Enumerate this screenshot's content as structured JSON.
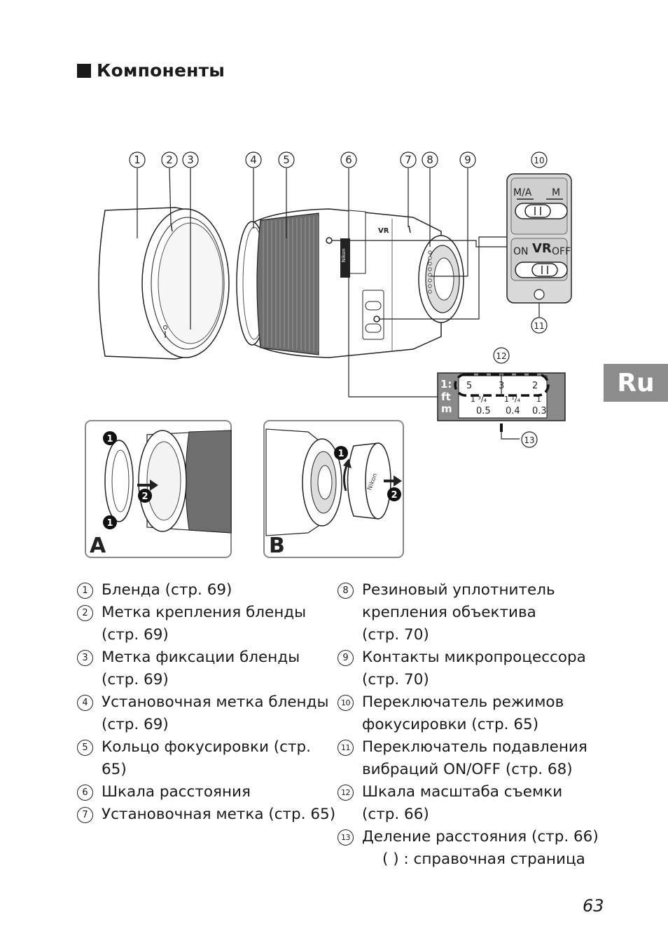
{
  "heading": "Компоненты",
  "lang_tab": "Ru",
  "page_number": "63",
  "callouts": [
    "1",
    "2",
    "3",
    "4",
    "5",
    "6",
    "7",
    "8",
    "9",
    "10",
    "11",
    "12",
    "13"
  ],
  "switch_focus": {
    "left": "M/A",
    "right": "M"
  },
  "switch_vr": {
    "left": "ON",
    "center": "VR",
    "right": "OFF"
  },
  "scale": {
    "ratio_label": "1:",
    "ratio_values": [
      "5",
      "3",
      "2"
    ],
    "ft_label": "ft",
    "ft_values": [
      "1 ³/₄",
      "1 ¹/₄",
      "1"
    ],
    "m_label": "m",
    "m_values": [
      "0.5",
      "0.4",
      "0.3"
    ]
  },
  "inset_a": {
    "label": "A",
    "steps": [
      "1",
      "2",
      "1"
    ]
  },
  "inset_b": {
    "label": "B",
    "steps": [
      "1",
      "2"
    ]
  },
  "brand": "Nikon",
  "legend_left": [
    {
      "n": "1",
      "lines": [
        "Бленда (стр. 69)"
      ]
    },
    {
      "n": "2",
      "lines": [
        "Метка крепления бленды",
        "(стр. 69)"
      ]
    },
    {
      "n": "3",
      "lines": [
        "Метка фиксации бленды",
        "(стр. 69)"
      ]
    },
    {
      "n": "4",
      "lines": [
        "Установочная метка бленды",
        "(стр. 69)"
      ]
    },
    {
      "n": "5",
      "lines": [
        "Кольцо фокусировки (стр. 65)"
      ]
    },
    {
      "n": "6",
      "lines": [
        "Шкала расстояния"
      ]
    },
    {
      "n": "7",
      "lines": [
        "Установочная метка (стр. 65)"
      ]
    }
  ],
  "legend_right": [
    {
      "n": "8",
      "lines": [
        "Резиновый уплотнитель",
        "крепления объектива",
        "(стр. 70)"
      ]
    },
    {
      "n": "9",
      "lines": [
        "Контакты микропроцессора",
        "(стр. 70)"
      ]
    },
    {
      "n": "10",
      "lines": [
        "Переключатель режимов",
        "фокусировки (стр. 65)"
      ]
    },
    {
      "n": "11",
      "lines": [
        "Переключатель подавления",
        "вибраций ON/OFF (стр. 68)"
      ]
    },
    {
      "n": "12",
      "lines": [
        "Шкала масштаба съемки",
        "(стр. 66)"
      ]
    },
    {
      "n": "13",
      "lines": [
        "Деление расстояния (стр. 66)"
      ]
    }
  ],
  "reference_note": "(      ) : справочная страница"
}
